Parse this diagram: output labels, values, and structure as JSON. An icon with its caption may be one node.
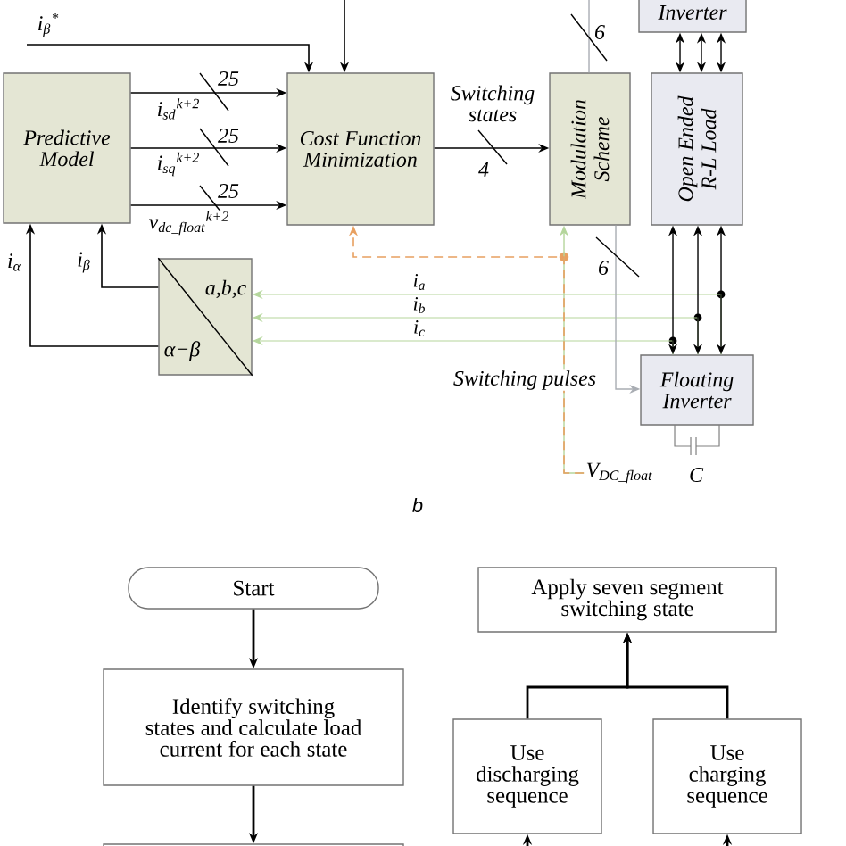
{
  "diagram": {
    "caption": "b",
    "nodes": [
      {
        "text": [
          "Predictive Model"
        ]
      },
      {
        "text": [
          "Cost Function Minimization"
        ]
      },
      {
        "text": [
          "Modulation Scheme"
        ]
      },
      {
        "text": [
          "Open Ended R-L Load"
        ]
      },
      {
        "text": [
          "Inverter"
        ]
      },
      {
        "text": [
          "a,b,c",
          "α−β"
        ]
      },
      {
        "text": [
          "Floating Inverter"
        ]
      },
      {
        "text": [
          "Start"
        ]
      },
      {
        "text": [
          "Identify switching states and calculate load current for each state"
        ]
      },
      {
        "text": [],
        "shape": "box"
      },
      {
        "text": [
          "Apply seven segment switching state"
        ]
      },
      {
        "text": [
          "Use discharging sequence"
        ]
      },
      {
        "text": [
          "Use charging sequence"
        ]
      },
      {
        "text": [
          "V$_{DC_float}$"
        ]
      }
    ],
    "edges": [
      {
        "from": null,
        "to": 1,
        "arrow": "to",
        "label": "i$_{β}$$^{*}$"
      },
      {
        "from": null,
        "to": 1,
        "arrow": "to"
      },
      {
        "from": 0,
        "to": 1,
        "arrow": "to",
        "label": "i$_{sd}$$^{k+2}$"
      },
      {
        "from": 0,
        "to": 1,
        "arrow": "to",
        "label": "i$_{sq}$$^{k+2}$"
      },
      {
        "from": 0,
        "to": 1,
        "arrow": "to",
        "label": "v$_{dc_float}$$^{k+2}$"
      },
      {
        "from": 1,
        "to": 2,
        "arrow": "to",
        "label": "Switching states"
      },
      {
        "from": 5,
        "to": 0,
        "arrow": "to",
        "label": "i$_{β}$"
      },
      {
        "from": 5,
        "to": 0,
        "arrow": "to",
        "label": "i$_{α}$"
      },
      {
        "from": 6,
        "to": 5,
        "arrow": "to",
        "label": "i$_{a}$",
        "color": "#b5d69c"
      },
      {
        "from": 6,
        "to": 5,
        "arrow": "to",
        "label": "i$_{b}$",
        "color": "#b5d69c"
      },
      {
        "from": 6,
        "to": 5,
        "arrow": "to",
        "label": "i$_{c}$",
        "color": "#b5d69c"
      },
      {
        "from": 4,
        "to": 3,
        "arrow": "both"
      },
      {
        "from": 4,
        "to": 3,
        "arrow": "both"
      },
      {
        "from": 4,
        "to": 3,
        "arrow": "both"
      },
      {
        "from": 3,
        "to": 6,
        "arrow": "both"
      },
      {
        "from": 3,
        "to": 6,
        "arrow": "both"
      },
      {
        "from": 3,
        "to": 6,
        "arrow": "both"
      },
      {
        "from": 2,
        "to": 6,
        "arrow": "to",
        "label": "Switching pulses",
        "color": "#a9adb3"
      },
      {
        "from": 13,
        "to": 2,
        "arrow": "to",
        "color": "#b5d69c"
      },
      {
        "from": 13,
        "to": 1,
        "arrow": "to",
        "style": "dashed",
        "color": "#e8a060"
      },
      {
        "from": 2,
        "to": null,
        "arrow": "none",
        "color": "#a9adb3"
      },
      {
        "from": 7,
        "to": 8,
        "arrow": "to"
      },
      {
        "from": 8,
        "to": 9,
        "arrow": "to"
      },
      {
        "from": 11,
        "to": 10,
        "arrow": "to"
      },
      {
        "from": 12,
        "to": 10,
        "arrow": "to"
      },
      {
        "from": null,
        "to": 11,
        "arrow": "to"
      },
      {
        "from": null,
        "to": 12,
        "arrow": "to"
      }
    ],
    "labels": [
      "25",
      "25",
      "25",
      "4",
      "6",
      "6",
      "C"
    ]
  }
}
